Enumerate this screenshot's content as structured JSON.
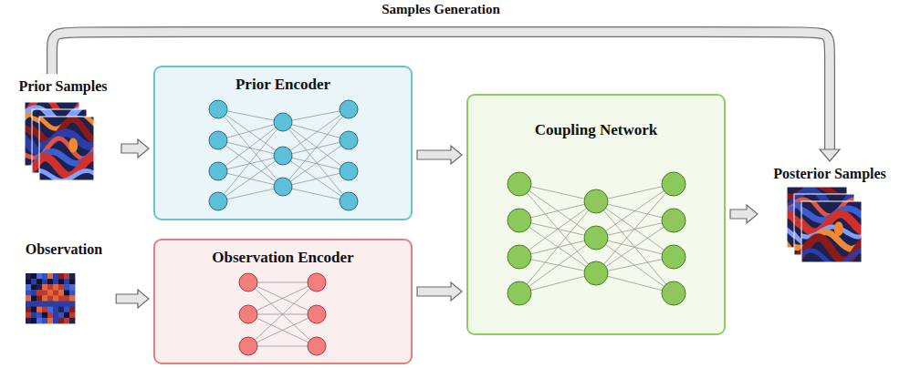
{
  "diagram": {
    "nodes": [
      {
        "text": [
          "Prior Samples"
        ]
      },
      {
        "text": [
          "Prior Encoder"
        ]
      },
      {
        "text": [
          "Observation"
        ]
      },
      {
        "text": [
          "Observation Encoder"
        ]
      },
      {
        "text": [
          "Coupling Network"
        ]
      },
      {
        "text": [
          "Posterior Samples"
        ]
      }
    ],
    "edges": [
      {
        "from": 0,
        "to": 1,
        "arrow": "to"
      },
      {
        "from": 2,
        "to": 3,
        "arrow": "to"
      },
      {
        "from": 1,
        "to": 4,
        "arrow": "to"
      },
      {
        "from": 3,
        "to": 4,
        "arrow": "to"
      },
      {
        "from": 4,
        "to": 5,
        "arrow": "to"
      },
      {
        "from": 0,
        "to": 5,
        "label": "Samples Generation",
        "arrow": "to"
      }
    ]
  }
}
